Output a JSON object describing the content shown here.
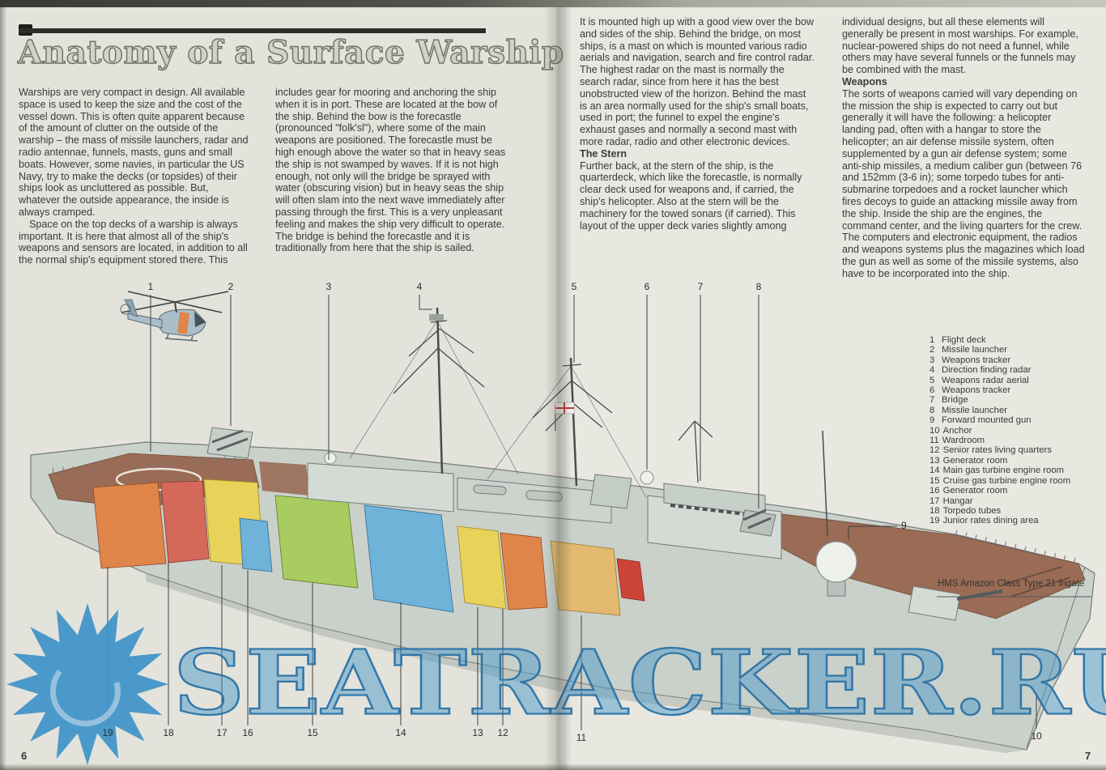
{
  "colors": {
    "paper": "#e3e3db",
    "watermark_blue": "#3f93c8",
    "deck_brown": "#9a6b55",
    "hull_gray": "#cad0ca",
    "ink": "#3b3b38"
  },
  "watermark": {
    "text": "SEATRACKER.RU"
  },
  "left_page": {
    "page_number": "6",
    "title": "Anatomy of a Surface Warship",
    "column1_para1": "Warships are very compact in design. All available space is used to keep the size and the cost of the vessel down. This is often quite apparent because of the amount of clutter on the outside of the warship – the mass of missile launchers, radar and radio antennae, funnels, masts, guns and small boats. However, some navies, in particular the US Navy, try to make the decks (or topsides) of their ships look as uncluttered as possible. But, whatever the outside appearance, the inside is always cramped.",
    "column1_para2": "Space on the top decks of a warship is always important. It is here that almost all of the ship's weapons and sensors are located, in addition to all the normal ship's equipment stored there. This",
    "column2_para1": "includes gear for mooring and anchoring the ship when it is in port. These are located at the bow of the ship. Behind the bow is the forecastle (pronounced \"folk'sl\"), where some of the main weapons are positioned. The forecastle must be high enough above the water so that in heavy seas the ship is not swamped by waves. If it is not high enough, not only will the bridge be sprayed with water (obscuring vision) but in heavy seas the ship will often slam into the next wave immediately after passing through the first. This is a very unpleasant feeling and makes the ship very difficult to operate. The bridge is behind the forecastle and it is traditionally from here that the ship is sailed."
  },
  "right_page": {
    "page_number": "7",
    "column1_para1": "It is mounted high up with a good view over the bow and sides of the ship. Behind the bridge, on most ships, is a mast on which is mounted various radio aerials and navigation, search and fire control radar. The highest radar on the mast is normally the search radar, since from here it has the best unobstructed view of the horizon. Behind the mast is an area normally used for the ship's small boats, used in port; the funnel to expel the engine's exhaust gases and normally a second mast with more radar, radio and other electronic devices.",
    "stern_heading": "The Stern",
    "column1_para2": "Further back, at the stern of the ship, is the quarterdeck, which like the forecastle, is normally clear deck used for weapons and, if carried, the ship's helicopter. Also at the stern will be the machinery for the towed sonars (if carried). This layout of the upper deck varies slightly among",
    "column2_para1": "individual designs, but all these elements will generally be present in most warships. For example, nuclear-powered ships do not need a funnel, while others may have several funnels or the funnels may be combined with the mast.",
    "weapons_heading": "Weapons",
    "column2_para2": "The sorts of weapons carried will vary depending on the mission the ship is expected to carry out but generally it will have the following: a helicopter landing pad, often with a hangar to store the helicopter; an air defense missile system, often supplemented by a gun air defense system; some anti-ship missiles, a medium caliber gun (between 76 and 152mm (3-6 in); some torpedo tubes for anti-submarine torpedoes and a rocket launcher which fires decoys to guide an attacking missile away from the ship. Inside the ship are the engines, the command center, and the living quarters for the crew. The computers and electronic equipment, the radios and weapons systems plus the magazines which load the gun as well as some of the missile systems, also have to be incorporated into the ship.",
    "caption": "HMS Amazon Class Type 21 frigate",
    "legend": [
      {
        "num": "1",
        "label": "Flight deck"
      },
      {
        "num": "2",
        "label": "Missile launcher"
      },
      {
        "num": "3",
        "label": "Weapons tracker"
      },
      {
        "num": "4",
        "label": "Direction finding radar"
      },
      {
        "num": "5",
        "label": "Weapons radar aerial"
      },
      {
        "num": "6",
        "label": "Weapons tracker"
      },
      {
        "num": "7",
        "label": "Bridge"
      },
      {
        "num": "8",
        "label": "Missile launcher"
      },
      {
        "num": "9",
        "label": "Forward mounted gun"
      },
      {
        "num": "10",
        "label": "Anchor"
      },
      {
        "num": "11",
        "label": "Wardroom"
      },
      {
        "num": "12",
        "label": "Senior rates living quarters"
      },
      {
        "num": "13",
        "label": "Generator room"
      },
      {
        "num": "14",
        "label": "Main gas turbine engine room"
      },
      {
        "num": "15",
        "label": "Cruise gas turbine engine room"
      },
      {
        "num": "16",
        "label": "Generator room"
      },
      {
        "num": "17",
        "label": "Hangar"
      },
      {
        "num": "18",
        "label": "Torpedo tubes"
      },
      {
        "num": "19",
        "label": "Junior rates dining area"
      }
    ]
  },
  "callouts": {
    "top": [
      "1",
      "2",
      "3",
      "4",
      "5",
      "6",
      "7",
      "8"
    ],
    "bottom": [
      "19",
      "18",
      "17",
      "16",
      "15",
      "14",
      "13",
      "12",
      "11",
      "10"
    ],
    "side": [
      "9"
    ]
  }
}
